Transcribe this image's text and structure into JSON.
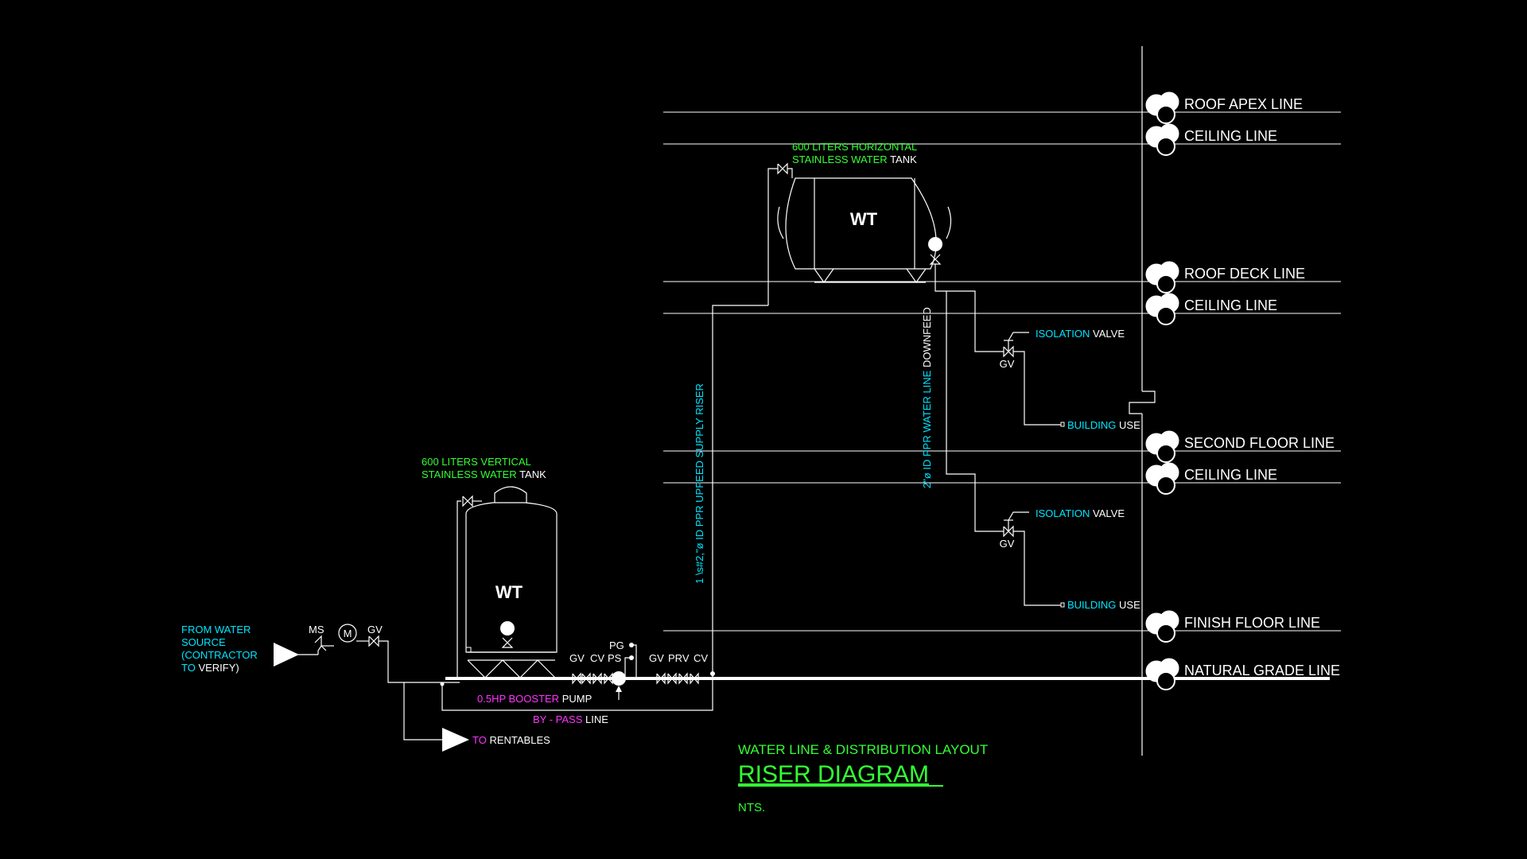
{
  "levels": {
    "roof_apex": "ROOF APEX LINE",
    "ceiling_1": "CEILING LINE",
    "roof_deck": "ROOF DECK LINE",
    "ceiling_2": "CEILING LINE",
    "second_floor": "SECOND FLOOR LINE",
    "ceiling_3": "CEILING LINE",
    "finish_floor": "FINISH FLOOR LINE",
    "natural_grade": "NATURAL GRADE LINE"
  },
  "tank_h": {
    "label_line1": "600 LITERS HORIZONTAL",
    "label_line2_a": "STAINLESS WATER",
    "label_line2_b": "TANK",
    "tag": "WT"
  },
  "tank_v": {
    "label_line1": "600 LITERS VERTICAL",
    "label_line2_a": "STAINLESS WATER",
    "label_line2_b": "TANK",
    "tag": "WT"
  },
  "source": {
    "line1": "FROM WATER",
    "line2": "SOURCE",
    "line3": "(CONTRACTOR",
    "line4_a": "TO",
    "line4_b": "VERIFY)"
  },
  "fittings": {
    "ms": "MS",
    "meter": "M",
    "gv": "GV",
    "cv": "CV",
    "ps": "PS",
    "pg": "PG",
    "prv": "PRV"
  },
  "pump": {
    "label_a": "0.5HP BOOSTER",
    "label_b": "PUMP"
  },
  "bypass": {
    "label_a": "BY - PASS",
    "label_b": "LINE"
  },
  "rentables": {
    "label_a": "TO",
    "label_b": "RENTABLES"
  },
  "riser_label": "1 \\s#2,\"ø ID PPR UPFEED SUPPLY RISER",
  "downfeed": {
    "label_a": "2\"ø ID PPR WATER LINE",
    "label_b": "DOWNFEED"
  },
  "branch_upper": {
    "valve_a": "ISOLATION",
    "valve_b": "VALVE",
    "gv": "GV",
    "use_a": "BUILDING",
    "use_b": "USE"
  },
  "branch_lower": {
    "valve_a": "ISOLATION",
    "valve_b": "VALVE",
    "gv": "GV",
    "use_a": "BUILDING",
    "use_b": "USE"
  },
  "title": {
    "subtitle": "WATER LINE & DISTRIBUTION LAYOUT",
    "main": "RISER DIAGRAM",
    "scale": "NTS."
  },
  "colors": {
    "background": "#000000",
    "line": "#ffffff",
    "cyan": "#00e5ff",
    "green": "#33ff33",
    "magenta": "#ff33ff"
  }
}
